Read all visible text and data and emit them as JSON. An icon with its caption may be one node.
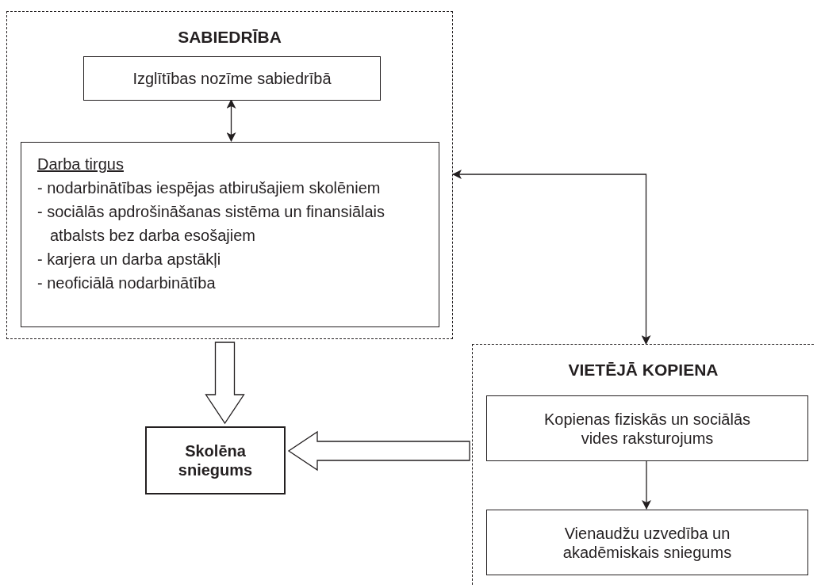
{
  "diagram": {
    "nodes": [
      {
        "text": [
          "SABIEDRĪBA"
        ]
      },
      {
        "text": [
          "Izglītības nozīme sabiedrībā"
        ],
        "in": 0
      },
      {
        "text": [
          "Darba tirgus",
          "- nodarbinātības iespējas atbirušajiem skolēniem",
          "- sociālās apdrošināšanas sistēma un finansiālais atbalsts bez darba esošajiem",
          "- karjera un darba apstākļi",
          "- neoficiālā nodarbinātība"
        ],
        "in": 0
      },
      {
        "text": [
          "Skolēna sniegums"
        ]
      },
      {
        "text": [
          "VIETĒJĀ KOPIENA"
        ]
      },
      {
        "text": [
          "Kopienas fiziskās un sociālās vides raksturojums"
        ],
        "in": 4
      },
      {
        "text": [
          "Vienaudžu uzvedība un akadēmiskais sniegums"
        ],
        "in": 4
      }
    ],
    "edges": [
      {
        "from": 1,
        "to": 2,
        "arrow": "both"
      },
      {
        "from": 4,
        "to": 0,
        "arrow": "both"
      },
      {
        "from": 0,
        "to": 3,
        "arrow": "to",
        "style": "thick"
      },
      {
        "from": 4,
        "to": 3,
        "arrow": "to",
        "style": "thick"
      },
      {
        "from": 5,
        "to": 6,
        "arrow": "to"
      }
    ]
  }
}
